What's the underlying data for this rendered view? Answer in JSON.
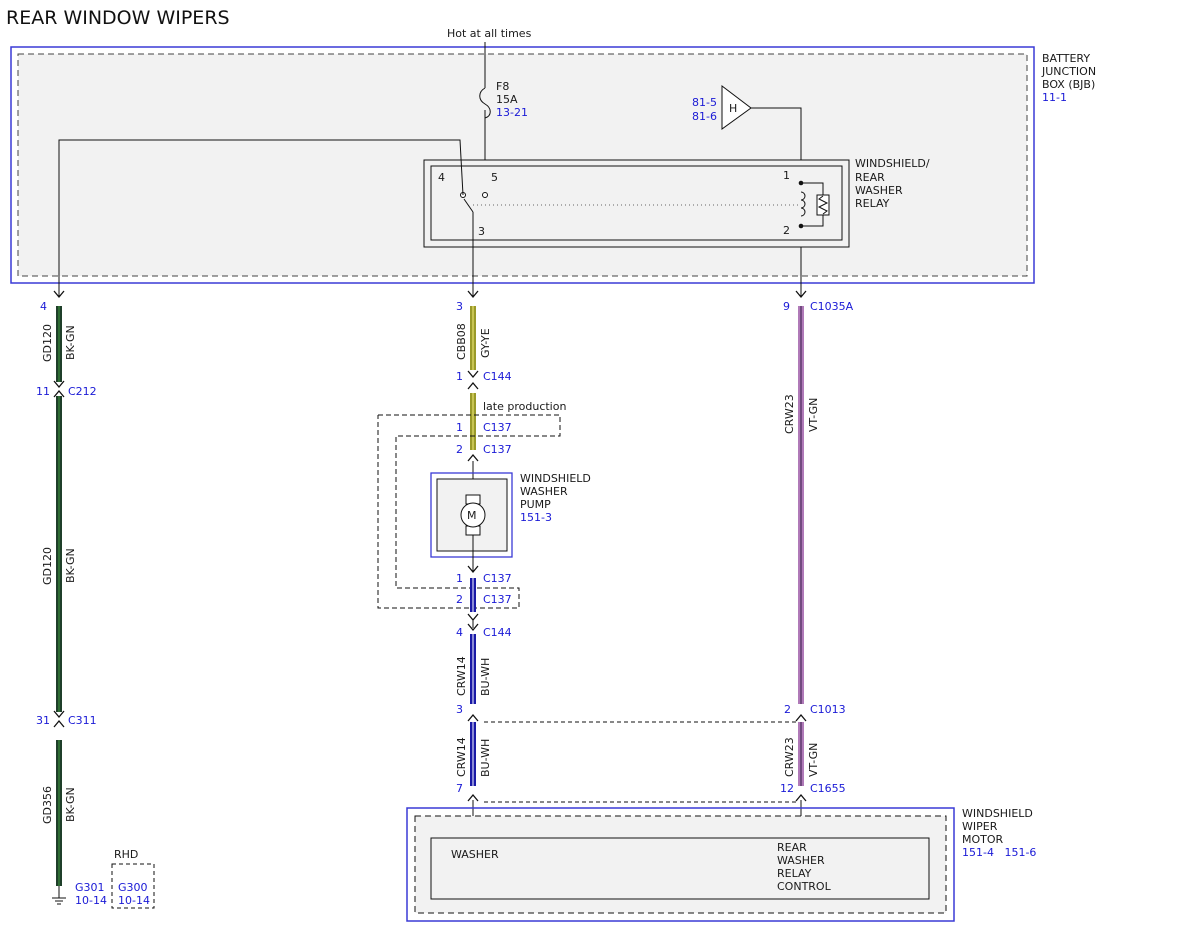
{
  "title": "REAR WINDOW WIPERS",
  "power_note": "Hot at all times",
  "colors": {
    "bk_gn": "#1f3f2a",
    "gy_ye": "#9a9a2a",
    "vt_gn": "#b07ab8",
    "bu_wh": "#1a1aa6",
    "ref": "#1a1ad6",
    "box_fill": "#f2f2f2",
    "box_border": "#3a3ad6"
  },
  "bjb": {
    "name_lines": [
      "BATTERY",
      "JUNCTION",
      "BOX (BJB)"
    ],
    "page": "11-1",
    "fuse": {
      "id": "F8",
      "rating": "15A",
      "ref": "13-21"
    },
    "h_refs": [
      "81-5",
      "81-6"
    ],
    "h_label": "H"
  },
  "relay": {
    "name_lines": [
      "WINDSHIELD/",
      "REAR",
      "WASHER",
      "RELAY"
    ],
    "pins": {
      "p4": "4",
      "p5": "5",
      "p3": "3",
      "p1": "1",
      "p2": "2"
    }
  },
  "pump": {
    "name_lines": [
      "WINDSHIELD",
      "WASHER",
      "PUMP"
    ],
    "ref": "151-3",
    "motor_symbol": "M"
  },
  "motor": {
    "name_lines": [
      "WINDSHIELD",
      "WIPER",
      "MOTOR"
    ],
    "refs": "151-4   151-6",
    "washer_label": "WASHER",
    "control_lines": [
      "REAR",
      "WASHER",
      "RELAY",
      "CONTROL"
    ]
  },
  "connectors": {
    "left_top": {
      "pin": "4"
    },
    "c212": {
      "pin": "11",
      "name": "C212"
    },
    "c311": {
      "pin": "31",
      "name": "C311"
    },
    "mid_top": {
      "pin": "3"
    },
    "c144_1": {
      "pin": "1",
      "name": "C144"
    },
    "c137_1": {
      "pin": "1",
      "name": "C137"
    },
    "c137_2": {
      "pin": "2",
      "name": "C137"
    },
    "c137_3": {
      "pin": "1",
      "name": "C137"
    },
    "c137_4": {
      "pin": "2",
      "name": "C137"
    },
    "c144_4": {
      "pin": "4",
      "name": "C144"
    },
    "mid_3": {
      "pin": "3"
    },
    "c1655_7": {
      "pin": "7"
    },
    "c1035a": {
      "pin": "9",
      "name": "C1035A"
    },
    "c1013": {
      "pin": "2",
      "name": "C1013"
    },
    "c1655": {
      "pin": "12",
      "name": "C1655"
    }
  },
  "late_production": "late production",
  "wires": {
    "gd120_a": {
      "circuit": "GD120",
      "color": "BK-GN"
    },
    "gd120_b": {
      "circuit": "GD120",
      "color": "BK-GN"
    },
    "gd356": {
      "circuit": "GD356",
      "color": "BK-GN"
    },
    "cbb08": {
      "circuit": "CBB08",
      "color": "GY-YE"
    },
    "crw14_a": {
      "circuit": "CRW14",
      "color": "BU-WH"
    },
    "crw14_b": {
      "circuit": "CRW14",
      "color": "BU-WH"
    },
    "crw23_a": {
      "circuit": "CRW23",
      "color": "VT-GN"
    },
    "crw23_b": {
      "circuit": "CRW23",
      "color": "VT-GN"
    }
  },
  "grounds": {
    "g301": {
      "name": "G301",
      "ref": "10-14"
    },
    "g300": {
      "name": "G300",
      "ref": "10-14",
      "note": "RHD"
    }
  }
}
